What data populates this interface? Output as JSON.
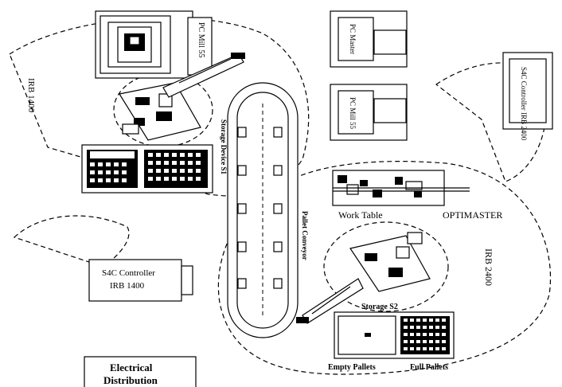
{
  "labels": {
    "pc_mill_top": "PC Mill 55",
    "pc_master": "PC Master",
    "pc_mill_right": "PC Mill 55",
    "s4c_right": "S4C Controller IRB 2400",
    "irb1400": "IRB 1400",
    "storage_s1": "Storage Device S1",
    "pallet_conveyor": "Pallet Conveyor",
    "work_table": "Work Table",
    "optimaster": "OPTIMASTER",
    "irb2400": "IRB 2400",
    "s4c_left_line1": "S4C Controller",
    "s4c_left_line2": "IRB 1400",
    "storage_s2": "Storage S2",
    "empty_pallets": "Empty Pallets",
    "full_pallets": "Full Pallets",
    "electrical_line1": "Electrical",
    "electrical_line2": "Distribution"
  },
  "icons": [
    "cnc-machine-icon",
    "robot-arm-icon",
    "pallet-grid-icon",
    "controller-cabinet-icon"
  ]
}
